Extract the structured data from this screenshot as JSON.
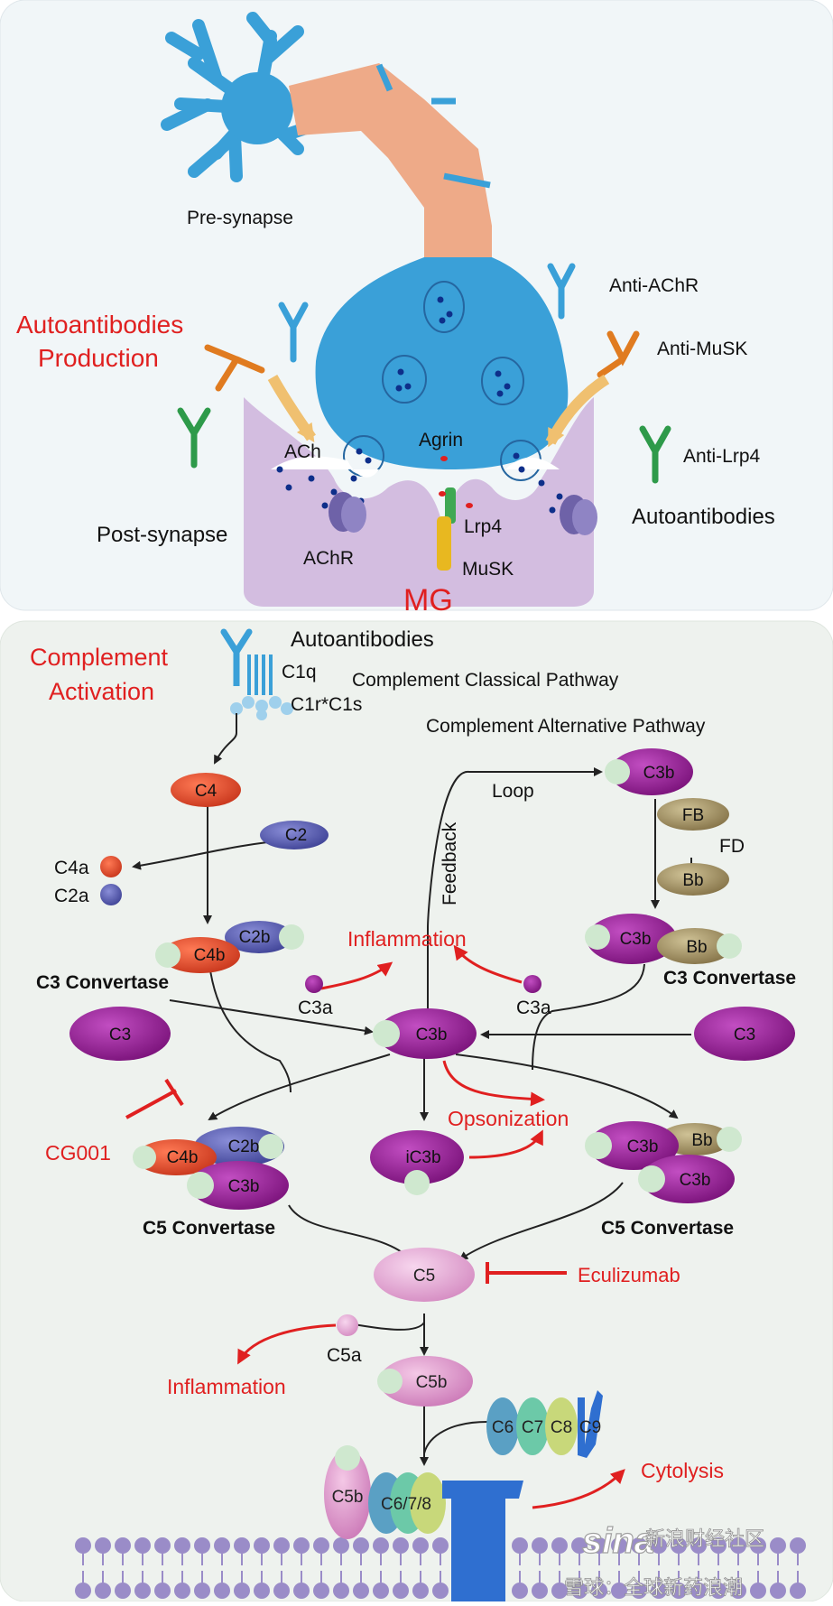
{
  "synapse": {
    "pre_synapse": "Pre-synapse",
    "post_synapse": "Post-synapse",
    "ach": "ACh",
    "agrin": "Agrin",
    "achr": "AChR",
    "lrp4": "Lrp4",
    "musk": "MuSK",
    "mg": "MG",
    "autoantibodies_production": [
      "Autoantibodies",
      "Production"
    ],
    "anti_achr": "Anti-AChR",
    "anti_musk": "Anti-MuSK",
    "anti_lrp4": "Anti-Lrp4",
    "autoantibodies": "Autoantibodies"
  },
  "complement": {
    "complement_activation": [
      "Complement",
      "Activation"
    ],
    "autoantibodies": "Autoantibodies",
    "c1q": "C1q",
    "c1r_c1s": "C1r*C1s",
    "classical_pathway": "Complement Classical Pathway",
    "alternative_pathway": "Complement Alternative Pathway",
    "loop": "Loop",
    "feedback": "Feedback",
    "c4": "C4",
    "c2": "C2",
    "c4a": "C4a",
    "c2a": "C2a",
    "c4b": "C4b",
    "c2b": "C2b",
    "c3_convertase": "C3 Convertase",
    "c3": "C3",
    "c3a": "C3a",
    "c3b": "C3b",
    "fb": "FB",
    "fd": "FD",
    "bb": "Bb",
    "inflammation": "Inflammation",
    "cg001": "CG001",
    "opsonization": "Opsonization",
    "ic3b": "iC3b",
    "c5_convertase": "C5 Convertase",
    "c5": "C5",
    "eculizumab": "Eculizumab",
    "c5a": "C5a",
    "c5b": "C5b",
    "c6": "C6",
    "c7": "C7",
    "c8": "C8",
    "c9": "C9",
    "c678": "C6/7/8",
    "cytolysis": "Cytolysis"
  },
  "watermark": {
    "logo": "sina",
    "line1": "新浪财经社区",
    "line2": "雪球：全球新药浪潮"
  },
  "colors": {
    "red_text": "#e02020",
    "neuron": "#3aa0d8",
    "axon": "#eeaa88",
    "postsynapse": "#d3bde0",
    "c3": "#8b1a8b",
    "c4": "#e24a2a",
    "c2": "#5c5fae",
    "bb": "#a8986a",
    "c5": "#e6a8d6",
    "membrane": "#9a8cc8"
  }
}
